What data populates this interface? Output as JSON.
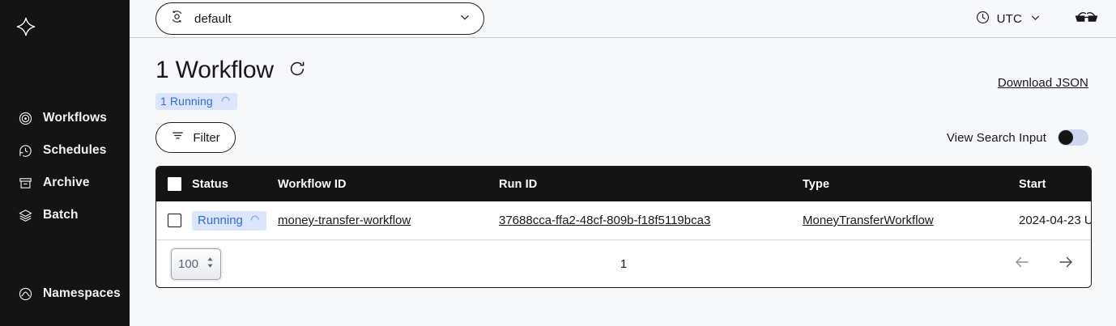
{
  "sidebar": {
    "logo_name": "temporal-logo",
    "items": [
      {
        "label": "Workflows",
        "icon": "workflows-icon"
      },
      {
        "label": "Schedules",
        "icon": "schedules-icon"
      },
      {
        "label": "Archive",
        "icon": "archive-icon"
      },
      {
        "label": "Batch",
        "icon": "batch-icon"
      }
    ],
    "bottom_items": [
      {
        "label": "Namespaces",
        "icon": "namespaces-icon"
      }
    ]
  },
  "topbar": {
    "namespace_value": "default",
    "namespace_icon": "namespace-icon",
    "chevron_icon": "chevron-down-icon",
    "timezone_label": "UTC",
    "clock_icon": "clock-icon",
    "timezone_chevron_icon": "chevron-down-icon",
    "data_encoder_icon": "glasses-icon"
  },
  "header": {
    "title": "1 Workflow",
    "refresh_icon": "refresh-icon",
    "download_label": "Download JSON",
    "running_badge": "1 Running",
    "running_badge_icon": "spinner-icon"
  },
  "toolbar": {
    "filter_label": "Filter",
    "filter_icon": "filter-icon",
    "search_toggle_label": "View Search Input",
    "search_toggle_on": false
  },
  "table": {
    "columns": [
      "Status",
      "Workflow ID",
      "Run ID",
      "Type",
      "Start"
    ],
    "select_all_checkbox": "select-all-checkbox",
    "rows": [
      {
        "checkbox": "row-checkbox",
        "status": "Running",
        "status_icon": "spinner-icon",
        "workflow_id": "money-transfer-workflow",
        "run_id": "37688cca-ffa2-48cf-809b-f18f5119bca3",
        "type": "MoneyTransferWorkflow",
        "start": "2024-04-23 U"
      }
    ]
  },
  "pagination": {
    "page_size": "100",
    "page_number": "1",
    "prev_icon": "arrow-left-icon",
    "next_icon": "arrow-right-icon"
  },
  "colors": {
    "sidebar_bg": "#141414",
    "accent_blue": "#2f6ae1",
    "badge_bg": "#dbe6fd",
    "page_bg": "#f7f8fa"
  }
}
